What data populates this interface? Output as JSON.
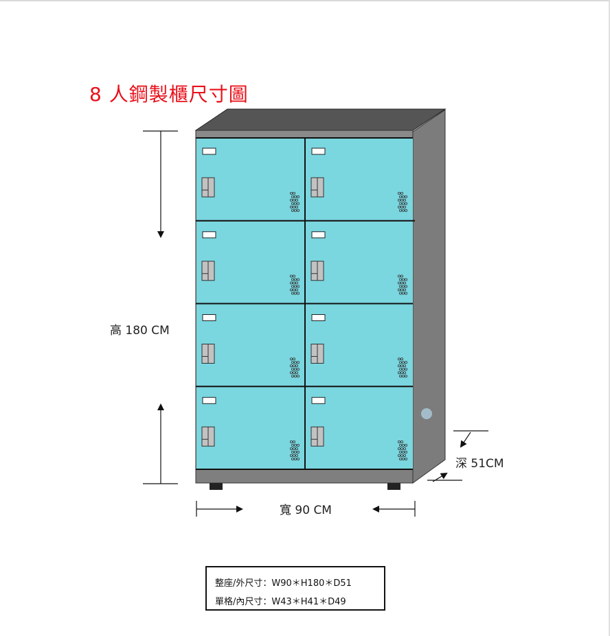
{
  "title": "8 人鋼製櫃尺寸圖",
  "dimensions": {
    "height_label": "高 180 CM",
    "width_label": "寬 90 CM",
    "depth_label": "深 51CM"
  },
  "specs": {
    "outer": "整座/外尺寸：W90＊H180＊D51",
    "inner": "單格/內尺寸：W43＊H41＊D49"
  },
  "cabinet": {
    "rows": 4,
    "columns": 2,
    "compartments": 8,
    "colors": {
      "door": "#7ad6df",
      "body": "#8a8a8a",
      "top": "#555555",
      "side": "#7c7c7c",
      "handle": "#c2c2c2"
    }
  }
}
